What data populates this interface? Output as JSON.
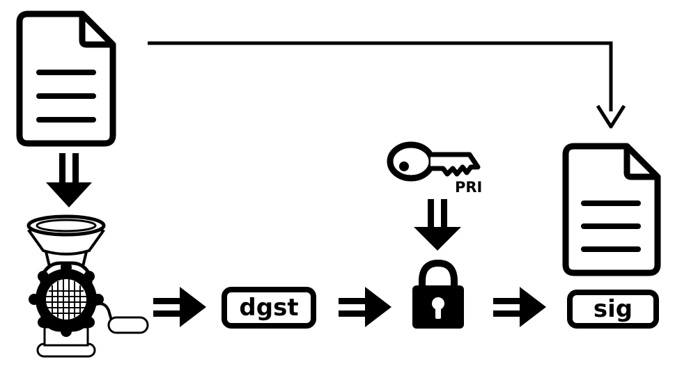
{
  "labels": {
    "digest": "dgst",
    "signature": "sig",
    "key_tag": "PRI"
  },
  "icons": {
    "source_document": "document-icon",
    "grinder": "meat-grinder-icon",
    "private_key": "key-icon",
    "lock": "padlock-icon",
    "signed_document": "document-icon"
  },
  "colors": {
    "ink": "#000000",
    "paper": "#ffffff"
  }
}
